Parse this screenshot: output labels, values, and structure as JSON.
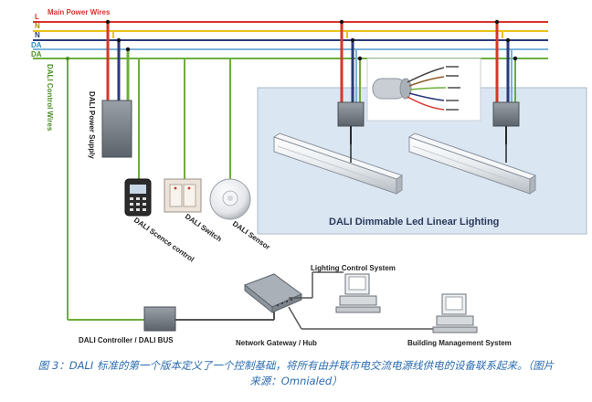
{
  "diagram": {
    "bus_title": "Main Power Wires",
    "wire_labels": {
      "l": "L",
      "n1": "N",
      "n2": "N",
      "da1": "DA",
      "da2": "DA"
    },
    "control_wires_label": "DALI Control Wires",
    "power_supply_label": "DALI Power Supply",
    "scene_control_label": "DALI Scence control",
    "switch_label": "DALI Switch",
    "sensor_label": "DALI Sensor",
    "panel_title": "DALI Dimmable Led Linear Lighting",
    "controller_label": "DALI Controller / DALI BUS",
    "gateway_label": "Network Gateway / Hub",
    "lighting_system_label": "Lighting Control System",
    "bms_label": "Building Management System"
  },
  "caption": {
    "line1": "图 3：DALI 标准的第一个版本定义了一个控制基础，将所有由并联市电交流电源线供电的设备联系起来。（图片",
    "line2": "来源：Omnialed）"
  },
  "colors": {
    "line": "#d8352a",
    "neutral": "#2a3a7a",
    "dali": "#6cae3c",
    "panel": "#dbe6f3",
    "caption": "#2b6cb0"
  }
}
